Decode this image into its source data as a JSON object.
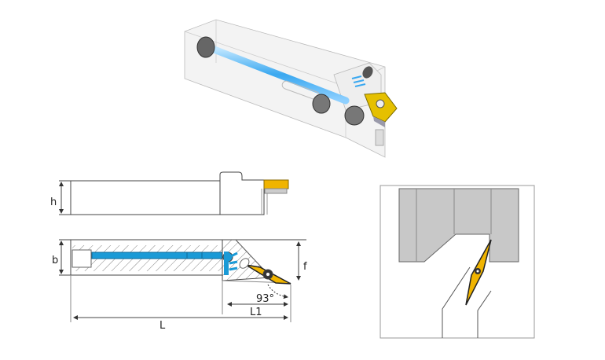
{
  "dimensions": {
    "height_label": "h",
    "width_label": "b",
    "offset_label": "f",
    "angle_label": "93°",
    "head_length_label": "L1",
    "total_length_label": "L"
  },
  "colors": {
    "coolant": "#1a9ad6",
    "insert": "#f0b400",
    "body_outline": "#555555",
    "detail_grey": "#c8c8c8"
  }
}
